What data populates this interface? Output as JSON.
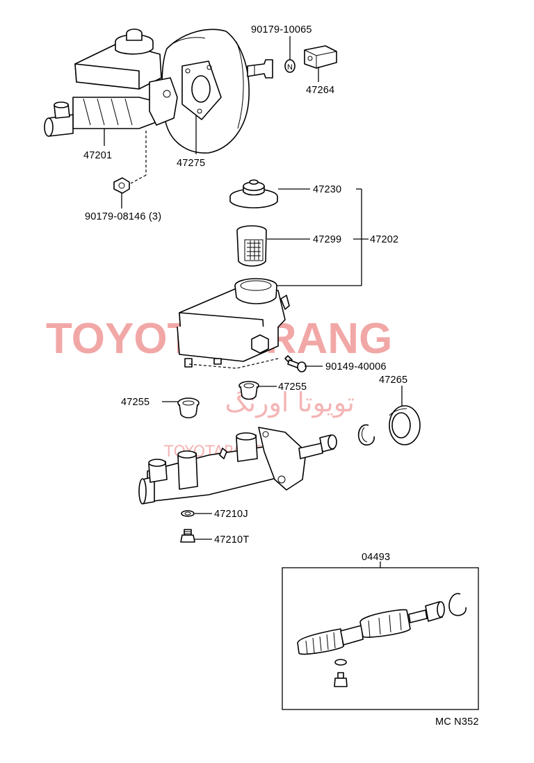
{
  "labels": {
    "p90179_10065": "90179-10065",
    "p47264": "47264",
    "p47201": "47201",
    "p47275": "47275",
    "p90179_08146": "90179-08146 (3)",
    "p47230": "47230",
    "p47299": "47299",
    "p47202": "47202",
    "p90149_40006": "90149-40006",
    "p47265": "47265",
    "p47255_a": "47255",
    "p47255_b": "47255",
    "p47210J": "47210J",
    "p47210T": "47210T",
    "p04493": "04493",
    "nut_marker": "N",
    "code": "MC N352"
  },
  "watermark": {
    "main": "TOYOTA ORANG",
    "persian": "تویوتا اورنگ",
    "site": "TOYOTAPARTS.IR",
    "color": "#f2a7a7"
  }
}
